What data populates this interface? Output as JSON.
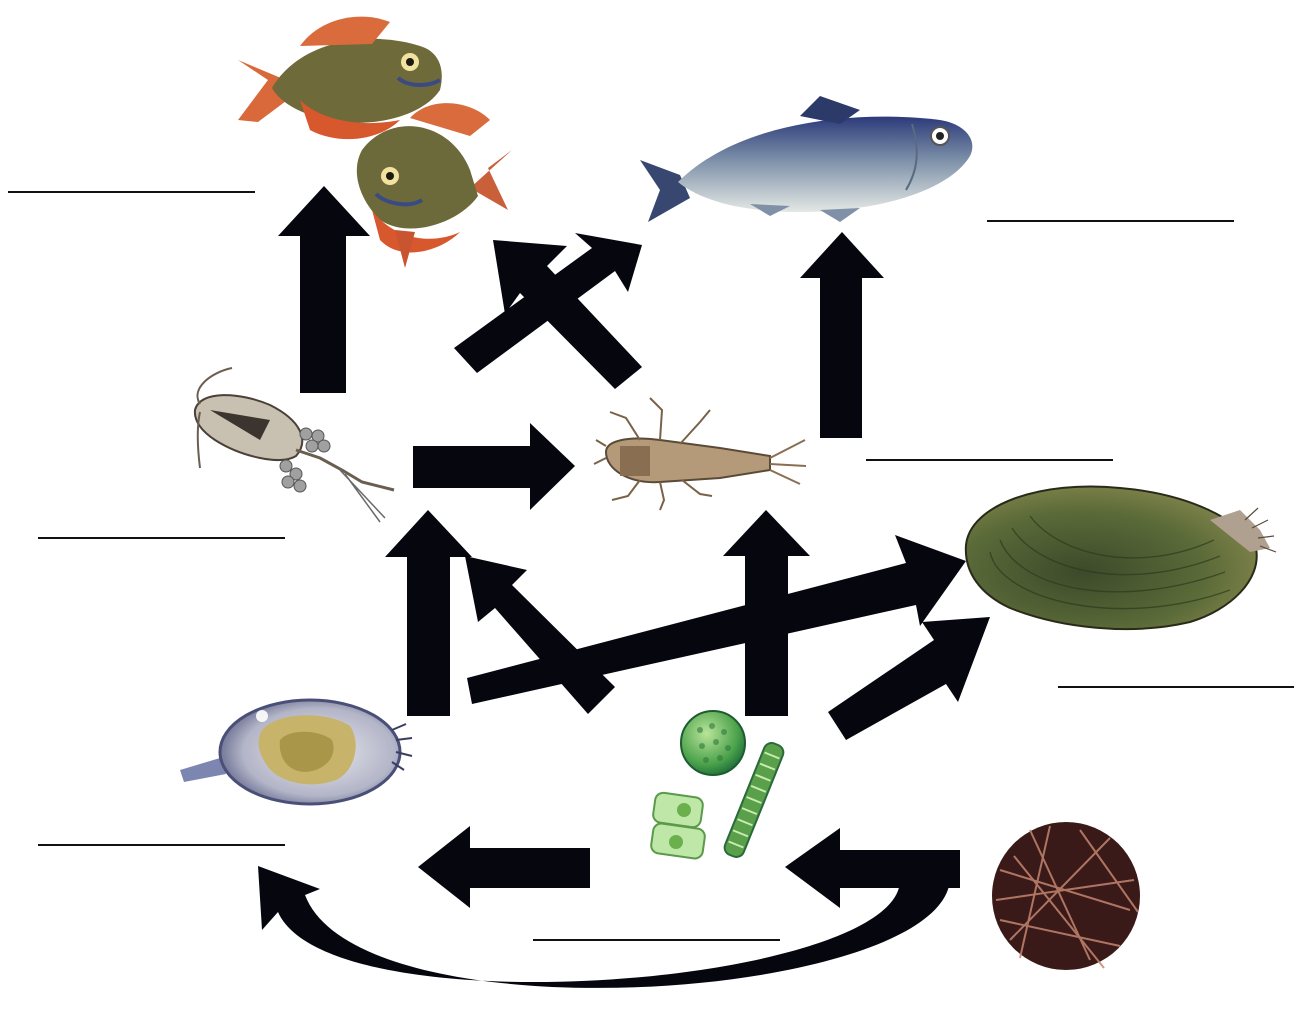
{
  "diagram": {
    "organisms": [
      {
        "id": "sunfish",
        "name": "sunfish-pair"
      },
      {
        "id": "herring",
        "name": "herring"
      },
      {
        "id": "copepod",
        "name": "copepod"
      },
      {
        "id": "mayfly",
        "name": "mayfly-nymph"
      },
      {
        "id": "mussel",
        "name": "mussel"
      },
      {
        "id": "rotifer",
        "name": "rotifer"
      },
      {
        "id": "algae",
        "name": "algae-phytoplankton"
      },
      {
        "id": "detritus",
        "name": "detritus-bacteria"
      }
    ],
    "food_links": [
      {
        "from": "copepod",
        "to": "sunfish"
      },
      {
        "from": "mayfly",
        "to": "sunfish"
      },
      {
        "from": "copepod",
        "to": "herring"
      },
      {
        "from": "mayfly",
        "to": "herring"
      },
      {
        "from": "copepod",
        "to": "mayfly"
      },
      {
        "from": "rotifer",
        "to": "copepod"
      },
      {
        "from": "algae",
        "to": "copepod"
      },
      {
        "from": "algae",
        "to": "mayfly"
      },
      {
        "from": "rotifer",
        "to": "mussel"
      },
      {
        "from": "algae",
        "to": "mussel"
      },
      {
        "from": "algae",
        "to": "rotifer"
      },
      {
        "from": "detritus",
        "to": "algae"
      },
      {
        "from": "detritus",
        "to": "rotifer"
      }
    ],
    "label_blanks": [
      "sunfish",
      "herring",
      "mayfly",
      "copepod",
      "mussel",
      "rotifer",
      "algae"
    ],
    "colors": {
      "arrow": "#06060f",
      "blank_line": "#111111"
    }
  }
}
